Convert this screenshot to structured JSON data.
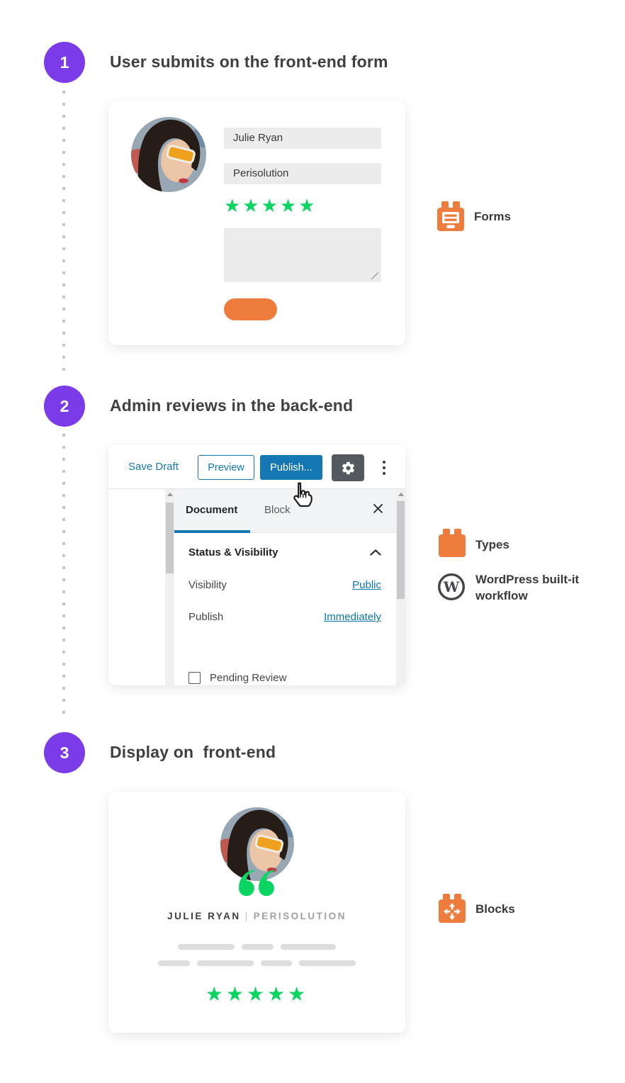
{
  "colors": {
    "purple": "#7b3be8",
    "orange": "#ee7c3d",
    "green": "#0bd561",
    "wp_blue": "#1578b4",
    "link_blue": "#0d77b0",
    "title_text": "#3e4044",
    "placeholder_gray": "#dcdddf"
  },
  "steps": [
    {
      "number": "1",
      "title": "User submits on the front-end form"
    },
    {
      "number": "2",
      "title": "Admin reviews in the back-end"
    },
    {
      "number": "3",
      "title": "Display on  front-end"
    }
  ],
  "form_card": {
    "name_value": "Julie Ryan",
    "company_value": "Perisolution",
    "stars": "★★★★★"
  },
  "editor_card": {
    "save_draft_label": "Save Draft",
    "preview_label": "Preview",
    "publish_button_label": "Publish...",
    "tabs": [
      {
        "label": "Document"
      },
      {
        "label": "Block"
      }
    ],
    "panel_title": "Status & Visibility",
    "visibility_label": "Visibility",
    "visibility_value": "Public",
    "publish_label": "Publish",
    "publish_value": "Immediately",
    "pending_review_label": "Pending Review"
  },
  "display_card": {
    "author": "JULIE RYAN",
    "separator": "|",
    "company": "PERISOLUTION",
    "stars": "★★★★★"
  },
  "legend": {
    "forms_label": "Forms",
    "types_label": "Types",
    "wordpress_label": "WordPress built-it workflow",
    "wordpress_letter": "W",
    "blocks_label": "Blocks"
  }
}
